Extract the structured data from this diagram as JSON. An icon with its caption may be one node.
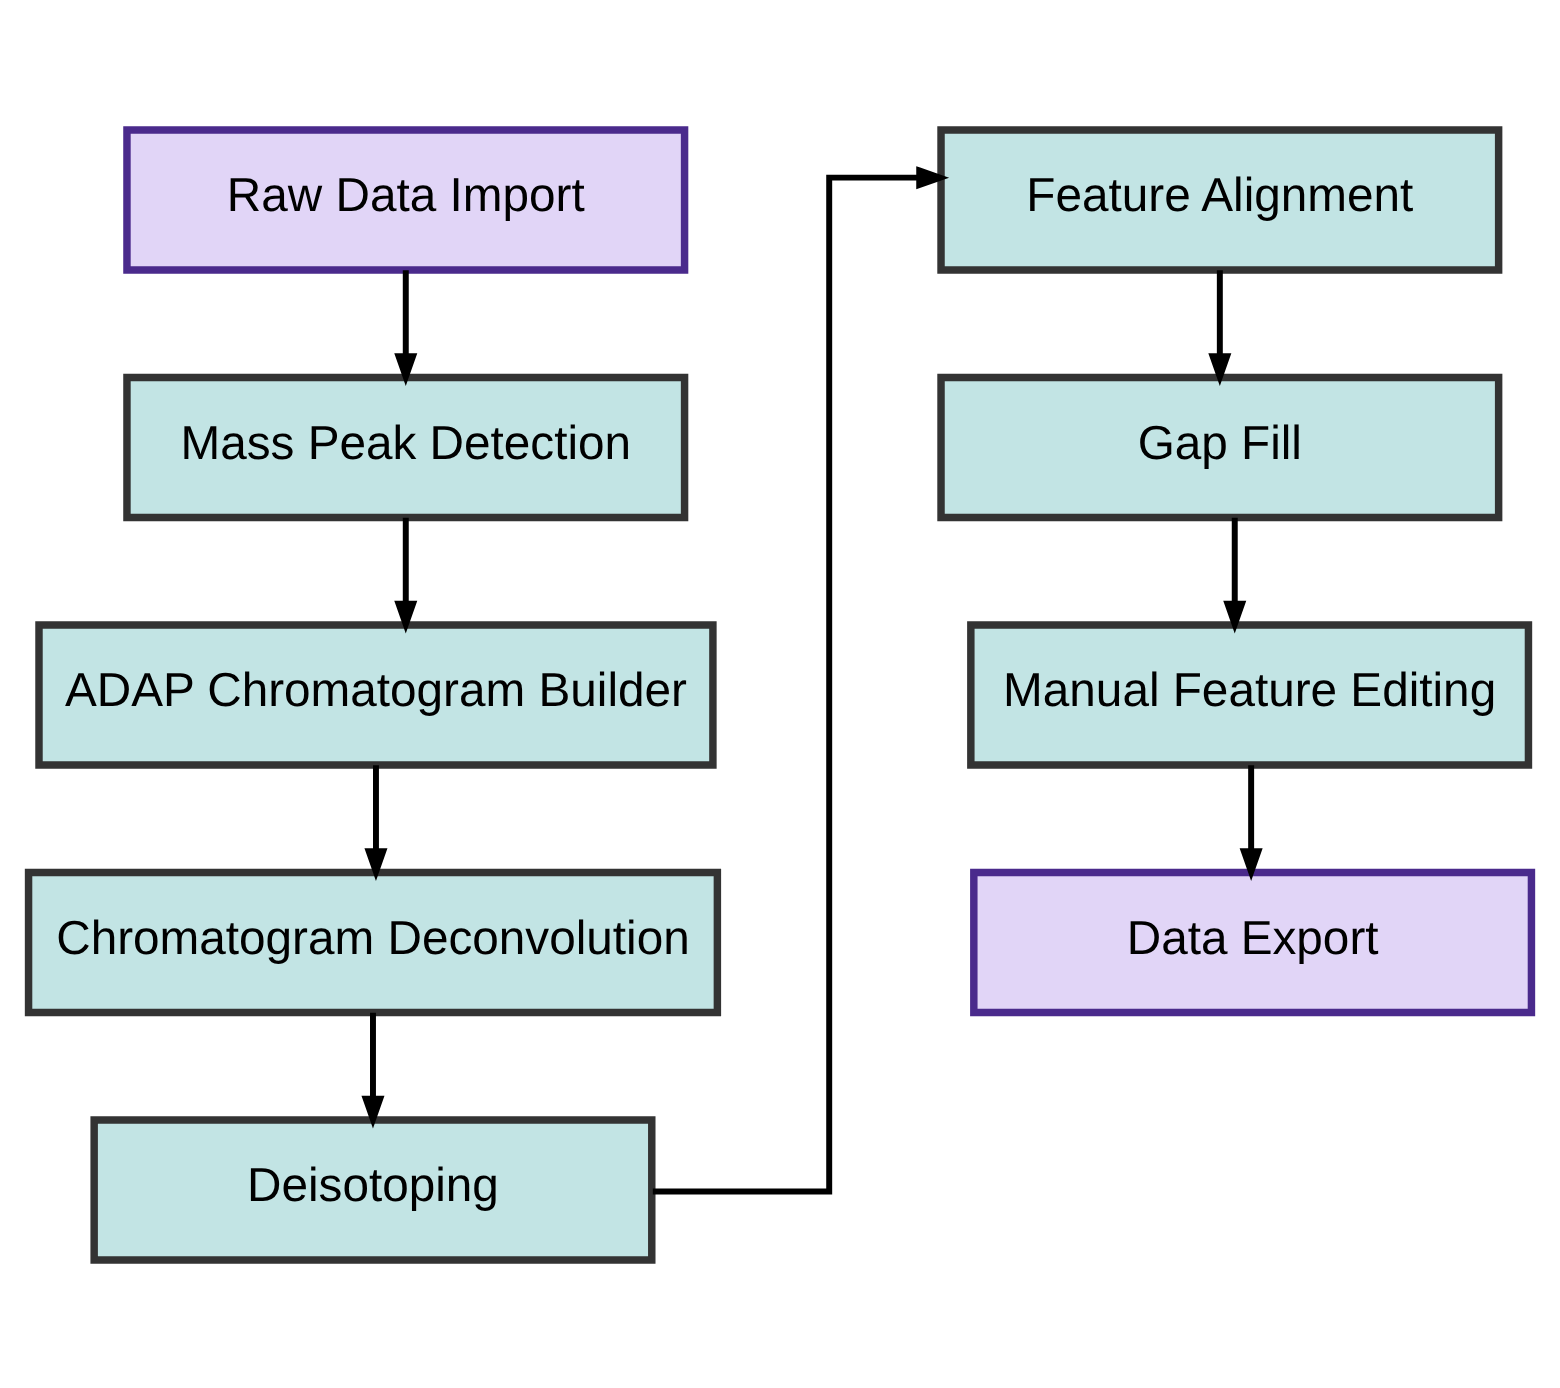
{
  "diagram": {
    "nodes": [
      {
        "text": [
          "Raw Data Import"
        ]
      },
      {
        "text": [
          "Mass Peak Detection"
        ]
      },
      {
        "text": [
          "ADAP Chromatogram Builder"
        ]
      },
      {
        "text": [
          "Chromatogram Deconvolution"
        ]
      },
      {
        "text": [
          "Deisotoping"
        ]
      },
      {
        "text": [
          "Feature Alignment"
        ]
      },
      {
        "text": [
          "Gap Fill"
        ]
      },
      {
        "text": [
          "Manual Feature Editing"
        ]
      },
      {
        "text": [
          "Data Export"
        ]
      }
    ],
    "edges": [
      {
        "from": 0,
        "to": 1,
        "arrow": "to"
      },
      {
        "from": 1,
        "to": 2,
        "arrow": "to"
      },
      {
        "from": 2,
        "to": 3,
        "arrow": "to"
      },
      {
        "from": 3,
        "to": 4,
        "arrow": "to"
      },
      {
        "from": 4,
        "to": 5,
        "arrow": "to"
      },
      {
        "from": 5,
        "to": 6,
        "arrow": "to"
      },
      {
        "from": 6,
        "to": 7,
        "arrow": "to"
      },
      {
        "from": 7,
        "to": 8,
        "arrow": "to"
      }
    ]
  }
}
